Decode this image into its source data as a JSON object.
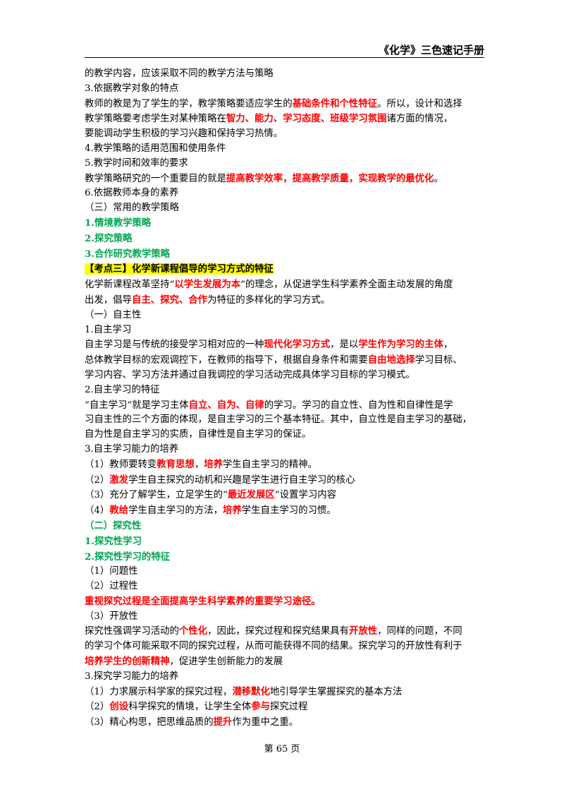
{
  "header": {
    "title": "《化学》三色速记手册"
  },
  "lines": [
    [
      {
        "t": "的教学内容，应该采取不同的教学方法与策略"
      }
    ],
    [
      {
        "t": "3.依据教学对象的特点"
      }
    ],
    [
      {
        "t": "教师的教是为了学生的学，教学策略要适应学生的"
      },
      {
        "t": "基础条件和个性特征",
        "s": "red"
      },
      {
        "t": "。所以，设计和选择"
      }
    ],
    [
      {
        "t": "教学策略要考虑学生对某种策略在"
      },
      {
        "t": "智力、能力、学习态度、班级学习氛围",
        "s": "red"
      },
      {
        "t": "诸方面的情况，"
      }
    ],
    [
      {
        "t": "要能调动学生积极的学习兴趣和保持学习热情。"
      }
    ],
    [
      {
        "t": "4.教学策略的适用范围和使用条件"
      }
    ],
    [
      {
        "t": "5.教学时间和效率的要求"
      }
    ],
    [
      {
        "t": "教学策略研究的一个重要目的就是"
      },
      {
        "t": "提高教学效率，提高教学质量，实现教学的最优化",
        "s": "red"
      },
      {
        "t": "。"
      }
    ],
    [
      {
        "t": "6.依据教师本身的素养"
      }
    ],
    [
      {
        "t": "（三）常用的教学策略"
      }
    ],
    [
      {
        "t": "1.情境教学策略",
        "s": "green"
      }
    ],
    [
      {
        "t": "2.探究策略",
        "s": "green"
      }
    ],
    [
      {
        "t": "3.合作研究教学策略",
        "s": "green"
      }
    ],
    [
      {
        "t": "【考点三】化学新课程倡导的学习方式的特征",
        "s": "hl"
      }
    ],
    [
      {
        "t": "化学新课程改革坚持“"
      },
      {
        "t": "以学生发展为本",
        "s": "red"
      },
      {
        "t": "”的理念，从促进学生科学素养全面主动发展的角度"
      }
    ],
    [
      {
        "t": "出发，倡导"
      },
      {
        "t": "自主、探究、合作",
        "s": "red"
      },
      {
        "t": "为特征的多样化的学习方式。"
      }
    ],
    [
      {
        "t": "（一）自主性"
      }
    ],
    [
      {
        "t": "1.自主学习"
      }
    ],
    [
      {
        "t": "自主学习是与传统的接受学习相对应的一种"
      },
      {
        "t": "现代化学习方式",
        "s": "red"
      },
      {
        "t": "，是以"
      },
      {
        "t": "学生作为学习的主体",
        "s": "red"
      },
      {
        "t": "，"
      }
    ],
    [
      {
        "t": "总体教学目标的宏观调控下，在教师的指导下，根据自身条件和需要"
      },
      {
        "t": "自由地选择",
        "s": "red"
      },
      {
        "t": "学习目标、"
      }
    ],
    [
      {
        "t": "学习内容、学习方法并通过自我调控的学习活动完成具体学习目标的学习模式。"
      }
    ],
    [
      {
        "t": "2.自主学习的特征"
      }
    ],
    [
      {
        "t": "“自主学习”就是学习主体"
      },
      {
        "t": "自立、自为、自律",
        "s": "red"
      },
      {
        "t": "的学习。学习的自立性、自为性和自律性是学"
      }
    ],
    [
      {
        "t": "习自主性的三个方面的体现，是自主学习的三个基本特征。其中，自立性是自主学习的基础，"
      }
    ],
    [
      {
        "t": "自为性是自主学习的实质，自律性是自主学习的保证。"
      }
    ],
    [
      {
        "t": "3.自主学习能力的培养"
      }
    ],
    [
      {
        "t": "（1）教师要转变"
      },
      {
        "t": "教育思想",
        "s": "red"
      },
      {
        "t": "，"
      },
      {
        "t": "培养",
        "s": "red"
      },
      {
        "t": "学生自主学习的精神。"
      }
    ],
    [
      {
        "t": "（2）"
      },
      {
        "t": "激发",
        "s": "red"
      },
      {
        "t": "学生自主探究的动机和兴趣是学生进行自主学习的核心"
      }
    ],
    [
      {
        "t": "（3）充分了解学生，立足学生的“"
      },
      {
        "t": "最近发展区",
        "s": "red"
      },
      {
        "t": "”设置学习内容"
      }
    ],
    [
      {
        "t": "（4）"
      },
      {
        "t": "教给",
        "s": "red"
      },
      {
        "t": "学生自主学习的方法，"
      },
      {
        "t": "培养",
        "s": "red"
      },
      {
        "t": "学生自主学习的习惯。"
      }
    ],
    [
      {
        "t": "（二）探究性",
        "s": "green"
      }
    ],
    [
      {
        "t": "1.探究性学习",
        "s": "green"
      }
    ],
    [
      {
        "t": "2.探究性学习的特征",
        "s": "green"
      }
    ],
    [
      {
        "t": "（1）问题性"
      }
    ],
    [
      {
        "t": "（2）过程性"
      }
    ],
    [
      {
        "t": "重视探究过程是全面提高学生科学素养的重要学习途径。",
        "s": "red"
      }
    ],
    [
      {
        "t": "（3）开放性"
      }
    ],
    [
      {
        "t": "探究性强调学习活动的"
      },
      {
        "t": "个性化",
        "s": "red"
      },
      {
        "t": "，因此，探究过程和探究结果具有"
      },
      {
        "t": "开放性",
        "s": "red"
      },
      {
        "t": "，同样的问题，不同"
      }
    ],
    [
      {
        "t": "的学习个体可能采取不同的探究过程，从而可能获得不同的结果。探究学习的开放性有利于"
      }
    ],
    [
      {
        "t": "培养学生的创新精神",
        "s": "red"
      },
      {
        "t": "，促进学生创新能力的发展"
      }
    ],
    [
      {
        "t": "3.探究学习能力的培养"
      }
    ],
    [
      {
        "t": "（1）力求展示科学家的探究过程，"
      },
      {
        "t": "潜移默化",
        "s": "red"
      },
      {
        "t": "地引导学生掌握探究的基本方法"
      }
    ],
    [
      {
        "t": "（2）"
      },
      {
        "t": "创设",
        "s": "red"
      },
      {
        "t": "科学探究的情境，让学生全体"
      },
      {
        "t": "参与",
        "s": "red"
      },
      {
        "t": "探究过程"
      }
    ],
    [
      {
        "t": "（3）精心构思，把思维品质的"
      },
      {
        "t": "提升",
        "s": "red"
      },
      {
        "t": "作为重中之重。"
      }
    ]
  ],
  "footer": {
    "page_label": "第 65 页"
  }
}
